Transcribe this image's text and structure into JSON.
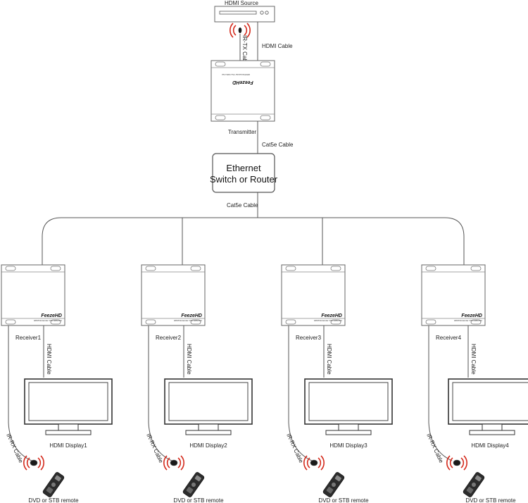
{
  "source": {
    "label": "HDMI Source"
  },
  "source_links": {
    "ir_tx_cable": "IR-TX Cable",
    "hdmi_cable": "HDMI Cable"
  },
  "transmitter": {
    "label": "Transmitter",
    "brand": "FeezeHD",
    "model_text": "HDMI Extender Over Ethernet"
  },
  "tx_link": {
    "cable": "Cat5e Cable"
  },
  "switch": {
    "line1": "Ethernet",
    "line2": "Switch or Router"
  },
  "switch_link": {
    "cable": "Cat5e Cable"
  },
  "receivers": [
    {
      "label": "Receiver1",
      "brand": "FeezeHD",
      "model_text": "HDMI Extender Over Ethernet",
      "hdmi_cable": "HDMI Cable",
      "display": "HDMI Display1",
      "ir_cable": "IR-RX Cable",
      "remote": "DVD or STB remote"
    },
    {
      "label": "Receiver2",
      "brand": "FeezeHD",
      "model_text": "HDMI Extender Over Ethernet",
      "hdmi_cable": "HDMI Cable",
      "display": "HDMI Display2",
      "ir_cable": "IR-RX Cable",
      "remote": "DVD or STB remote"
    },
    {
      "label": "Receiver3",
      "brand": "FeezeHD",
      "model_text": "HDMI Extender Over Ethernet",
      "hdmi_cable": "HDMI Cable",
      "display": "HDMI Display3",
      "ir_cable": "IR-RX Cable",
      "remote": "DVD or STB remote"
    },
    {
      "label": "Receiver4",
      "brand": "FeezeHD",
      "model_text": "HDMI Extender Over Ethernet",
      "hdmi_cable": "HDMI Cable",
      "display": "HDMI Display4",
      "ir_cable": "IR-RX Cable",
      "remote": "DVD or STB remote"
    }
  ],
  "colors": {
    "ir_signal": "#d42a1c",
    "line": "#555555",
    "remote_body": "#2c2c2c"
  }
}
